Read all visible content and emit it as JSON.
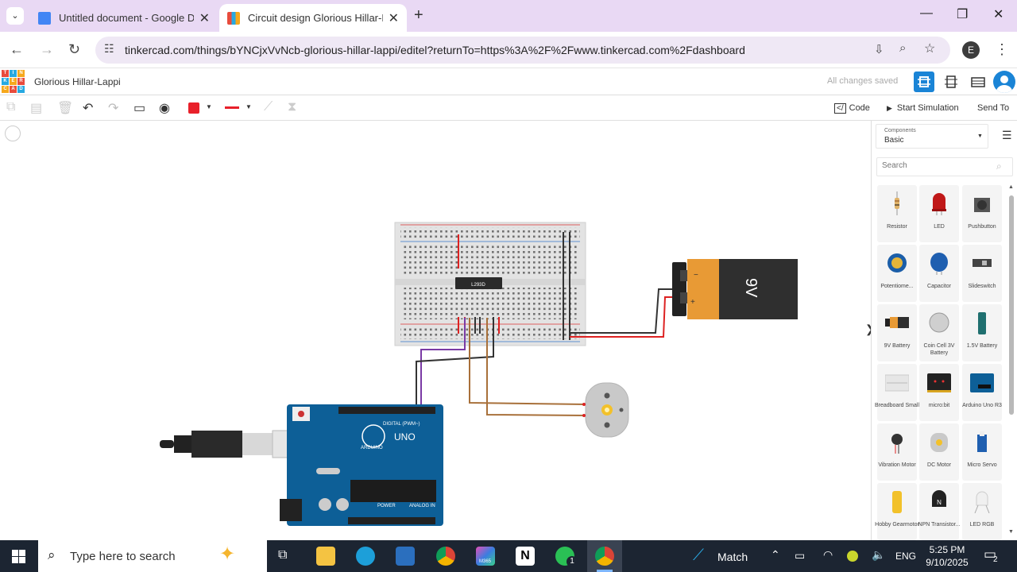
{
  "browser": {
    "tabs": [
      {
        "title": "Untitled document - Google Do",
        "active": false
      },
      {
        "title": "Circuit design Glorious Hillar-La",
        "active": true
      }
    ],
    "url": "tinkercad.com/things/bYNCjxVvNcb-glorious-hillar-lappi/editel?returnTo=https%3A%2F%2Fwww.tinkercad.com%2Fdashboard",
    "profile_initial": "E"
  },
  "app": {
    "logo_letters": [
      "TIN",
      "KER",
      "CAD"
    ],
    "design_title": "Glorious Hillar-Lappi",
    "save_status": "All changes saved"
  },
  "toolbar": {
    "code_label": "Code",
    "start_sim_label": "Start Simulation",
    "send_to_label": "Send To",
    "fill_color": "#e8202a"
  },
  "canvas": {
    "chip_label": "L293D",
    "battery_label": "9V",
    "battery_minus": "−",
    "battery_plus": "+",
    "arduino_brand": "ARDUINO",
    "arduino_model": "UNO",
    "digital_label": "DIGITAL (PWM~)",
    "power_label": "POWER",
    "analog_label": "ANALOG IN"
  },
  "panel": {
    "components_label": "Components",
    "category": "Basic",
    "search_placeholder": "Search",
    "items": [
      {
        "name": "Resistor"
      },
      {
        "name": "LED"
      },
      {
        "name": "Pushbutton"
      },
      {
        "name": "Potentiome..."
      },
      {
        "name": "Capacitor"
      },
      {
        "name": "Slideswitch"
      },
      {
        "name": "9V Battery"
      },
      {
        "name": "Coin Cell 3V Battery"
      },
      {
        "name": "1.5V Battery"
      },
      {
        "name": "Breadboard Small"
      },
      {
        "name": "micro:bit"
      },
      {
        "name": "Arduino Uno R3"
      },
      {
        "name": "Vibration Motor"
      },
      {
        "name": "DC Motor"
      },
      {
        "name": "Micro Servo"
      },
      {
        "name": "Hobby Gearmotor"
      },
      {
        "name": "NPN Transistor..."
      },
      {
        "name": "LED RGB"
      }
    ]
  },
  "taskbar": {
    "search_placeholder": "Type here to search",
    "weather": "Match",
    "language": "ENG",
    "time": "5:25 PM",
    "date": "9/10/2025",
    "whatsapp_badge": "1",
    "notification_count": "2",
    "m365_label": "M365"
  }
}
